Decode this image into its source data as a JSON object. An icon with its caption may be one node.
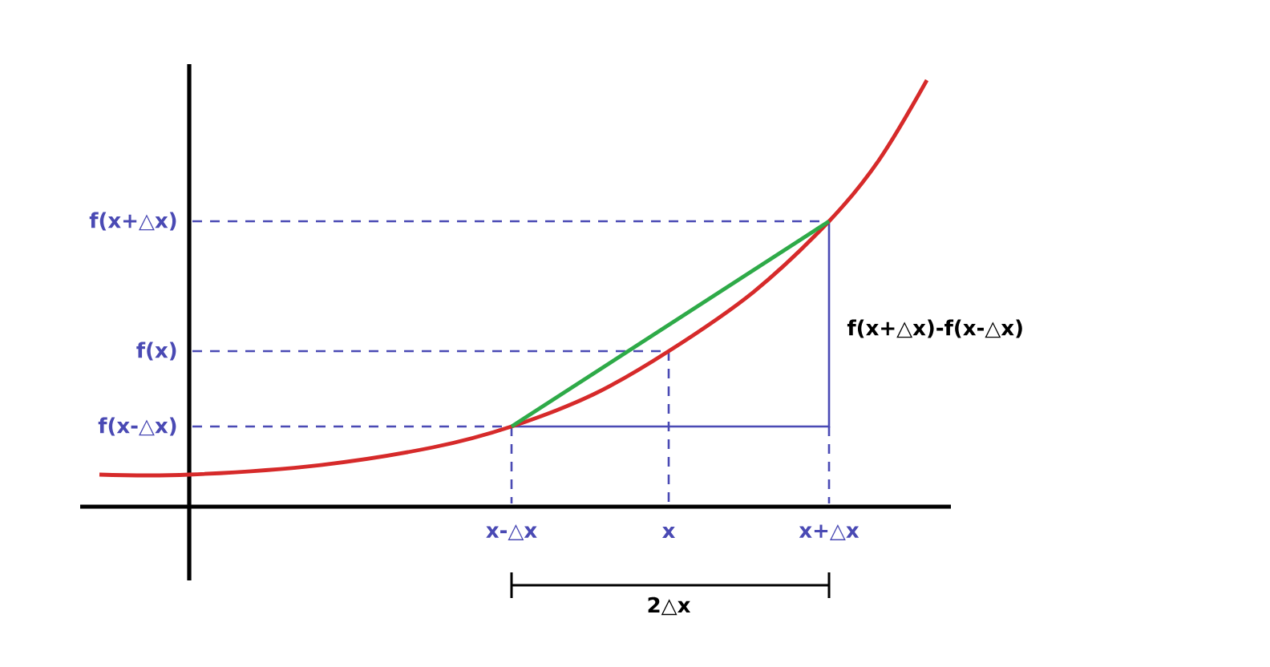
{
  "diagram": {
    "labels": [
      "f(x+△x)",
      "f(x+△x)-f(x-△x)",
      "f(x)",
      "f(x-△x)",
      "x-△x",
      "x",
      "x+△x",
      "2△x"
    ]
  }
}
